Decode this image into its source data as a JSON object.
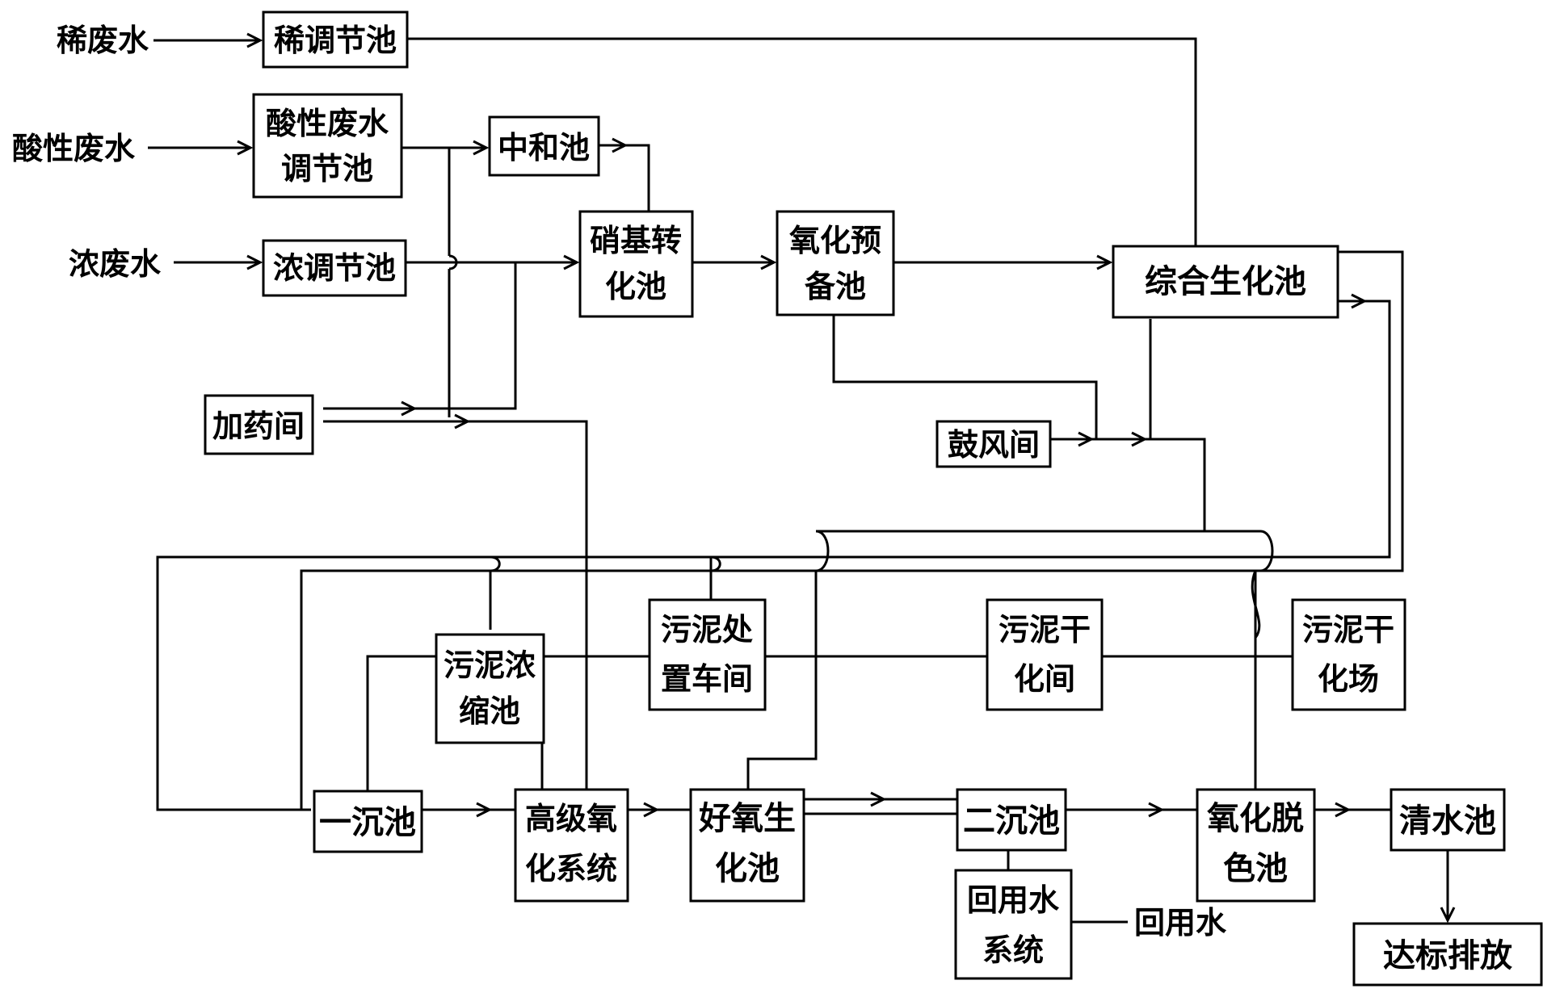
{
  "inputs": {
    "dilute": "稀废水",
    "acidic": "酸性废水",
    "concentrated": "浓废水"
  },
  "boxes": {
    "dilute_tank": "稀调节池",
    "acidic_tank": [
      "酸性废水",
      "调节池"
    ],
    "neutral_tank": "中和池",
    "concentrated_tank": "浓调节池",
    "nitro_tank": [
      "硝基转",
      "化池"
    ],
    "oxidation_pre": [
      "氧化预",
      "备池"
    ],
    "integrated_bio": "综合生化池",
    "dosing_room": "加药间",
    "blower_room": "鼓风间",
    "sludge_thickening": [
      "污泥浓",
      "缩池"
    ],
    "sludge_disposal": [
      "污泥处",
      "置车间"
    ],
    "sludge_drying_room": [
      "污泥干",
      "化间"
    ],
    "sludge_drying_yard": [
      "污泥干",
      "化场"
    ],
    "primary_settle": "一沉池",
    "advanced_oxidation": [
      "高级氧",
      "化系统"
    ],
    "aerobic_bio": [
      "好氧生",
      "化池"
    ],
    "secondary_settle": "二沉池",
    "oxidation_decolor": [
      "氧化脱",
      "色池"
    ],
    "clear_water": "清水池",
    "reuse_system": [
      "回用水",
      "系统"
    ],
    "discharge": "达标排放"
  },
  "outputs": {
    "reuse_water": "回用水"
  }
}
